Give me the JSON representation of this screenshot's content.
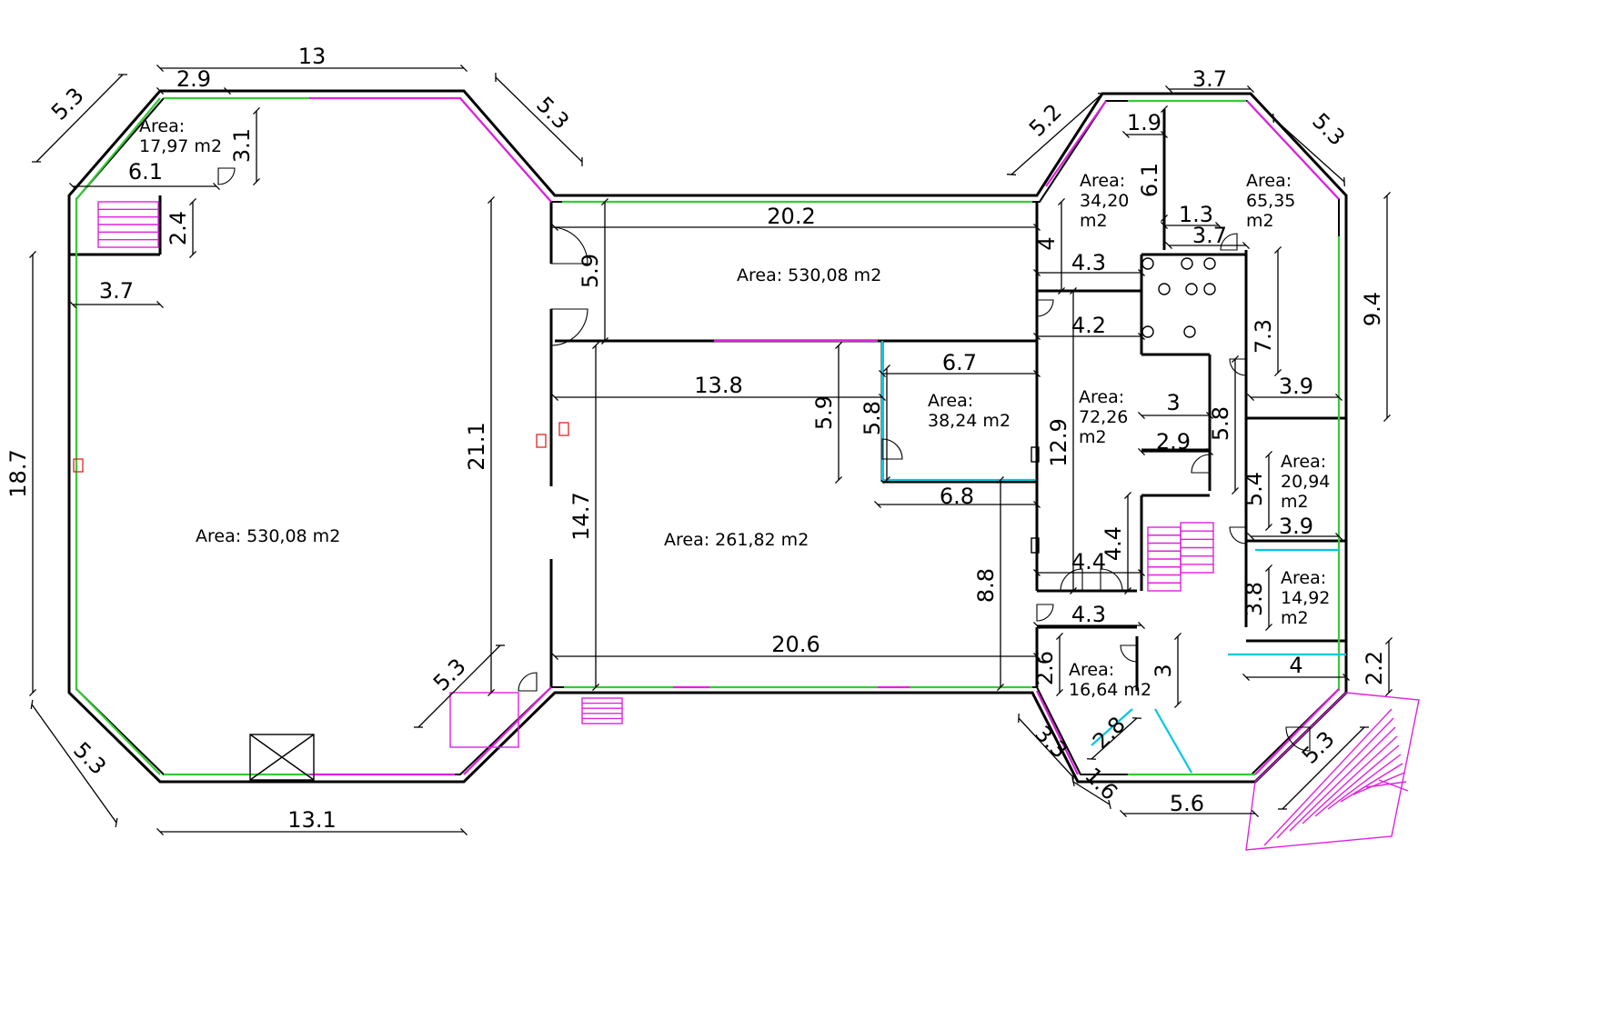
{
  "colors": {
    "background": "#ffffff",
    "wall": "#000000",
    "window_green": "#33cc33",
    "window_magenta": "#e020e0",
    "glass_cyan": "#00c8e0",
    "marker_red": "#e01010",
    "text": "#000000"
  },
  "rooms": [
    {
      "id": "left-hall",
      "label": "Area: 530,08  m2"
    },
    {
      "id": "top-middle",
      "label": "Area: 530,08  m2"
    },
    {
      "id": "center-hall",
      "label": "Area: 261,82  m2"
    },
    {
      "id": "office-38",
      "label": [
        "Area:",
        "38,24  m2"
      ]
    },
    {
      "id": "corner-17",
      "label": [
        "Area:",
        "17,97  m2"
      ]
    },
    {
      "id": "room-34",
      "label": [
        "Area:",
        "34,20",
        "m2"
      ]
    },
    {
      "id": "room-65",
      "label": [
        "Area:",
        "65,35",
        "m2"
      ]
    },
    {
      "id": "room-72",
      "label": [
        "Area:",
        "72,26",
        "m2"
      ]
    },
    {
      "id": "room-20",
      "label": [
        "Area:",
        "20,94",
        "m2"
      ]
    },
    {
      "id": "room-14",
      "label": [
        "Area:",
        "14,92",
        "m2"
      ]
    },
    {
      "id": "room-16",
      "label": [
        "Area:",
        "16,64  m2"
      ]
    }
  ],
  "dimensions": [
    "13",
    "2.9",
    "5.3",
    "5.3",
    "3.1",
    "6.1",
    "2.4",
    "3.7",
    "18.7",
    "5.3",
    "13.1",
    "5.3",
    "21.1",
    "20.2",
    "5.9",
    "13.8",
    "14.7",
    "20.6",
    "6.7",
    "5.9",
    "5.8",
    "6.8",
    "8.8",
    "4",
    "4.3",
    "4.2",
    "12.9",
    "4.4",
    "4.4",
    "4.3",
    "2.6",
    "3",
    "3.3",
    "2.8",
    "1.6",
    "5.2",
    "3.7",
    "1.9",
    "6.1",
    "1.3",
    "3.7",
    "5.3",
    "9.4",
    "7.3",
    "3.9",
    "3",
    "5.8",
    "2.9",
    "5.4",
    "3.9",
    "3.8",
    "4",
    "2.2",
    "5.6",
    "5.3"
  ]
}
